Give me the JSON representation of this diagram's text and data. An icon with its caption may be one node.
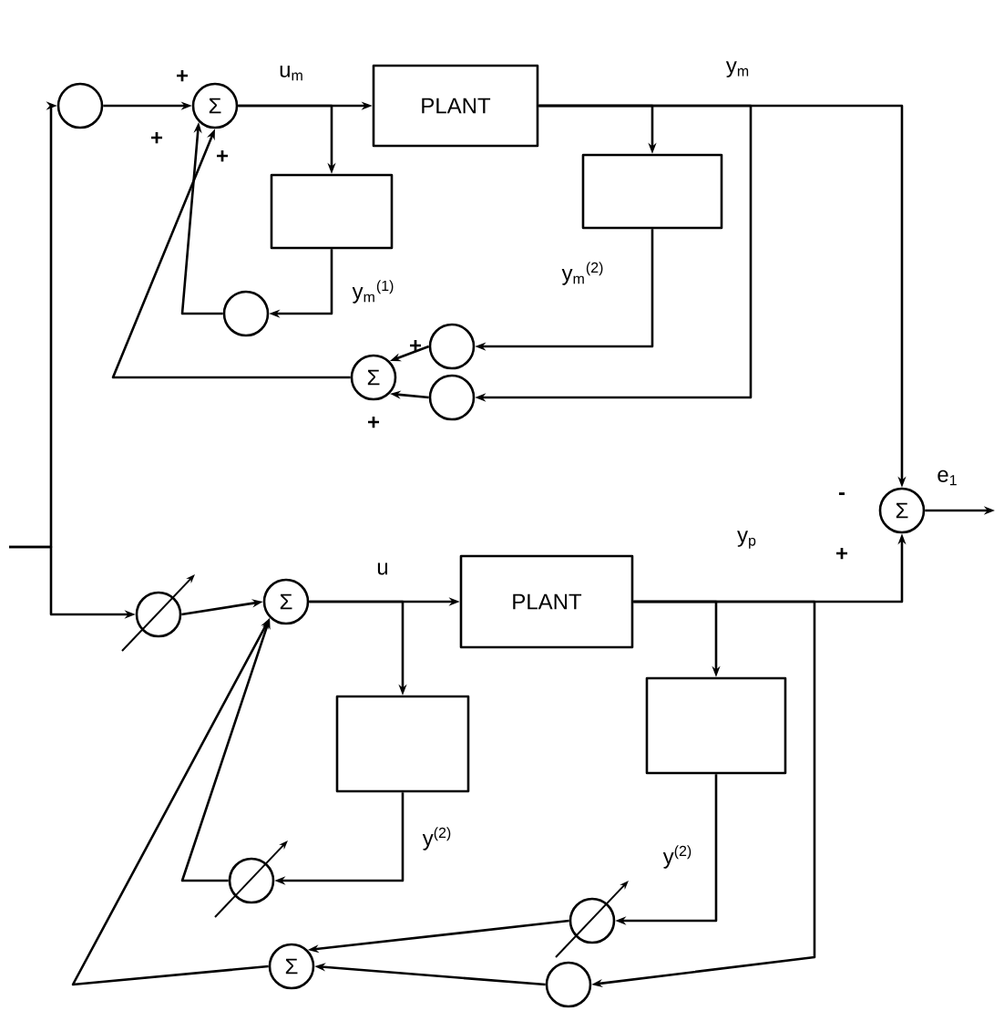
{
  "diagram": {
    "nodes": [
      {
        "text": [],
        "shape": "circle"
      },
      {
        "text": [
          "Σ"
        ]
      },
      {
        "text": [
          "PLANT"
        ]
      },
      {
        "text": [],
        "shape": "box"
      },
      {
        "text": [],
        "shape": "box"
      },
      {
        "text": [],
        "shape": "circle"
      },
      {
        "text": [],
        "shape": "circle"
      },
      {
        "text": [
          "Σ"
        ]
      },
      {
        "text": [],
        "shape": "circle"
      },
      {
        "text": [
          "Σ"
        ]
      },
      {
        "text": [],
        "shape": "circle"
      },
      {
        "text": [
          "Σ"
        ]
      },
      {
        "text": [
          "PLANT"
        ]
      },
      {
        "text": [],
        "shape": "box"
      },
      {
        "text": [],
        "shape": "box"
      },
      {
        "text": [],
        "shape": "circle"
      },
      {
        "text": [
          "Σ"
        ]
      },
      {
        "text": [],
        "shape": "circle"
      },
      {
        "text": [],
        "shape": "circle"
      }
    ],
    "edges": [
      {
        "from": null,
        "to": 0,
        "arrow": "to"
      },
      {
        "from": null,
        "to": 10,
        "arrow": "to"
      },
      {
        "from": 0,
        "to": 1,
        "arrow": "to"
      },
      {
        "from": 1,
        "to": 2,
        "arrow": "to",
        "label": "u$_{m}$"
      },
      {
        "from": 1,
        "to": 3,
        "arrow": "to"
      },
      {
        "from": 2,
        "to": 4,
        "arrow": "to"
      },
      {
        "from": 2,
        "to": 9,
        "arrow": "to",
        "label": "y$_{m}$"
      },
      {
        "from": 2,
        "to": 8,
        "arrow": "to"
      },
      {
        "from": 4,
        "to": 6,
        "arrow": "to",
        "label": "y$_{m}$$^{(2)}$"
      },
      {
        "from": 3,
        "to": 5,
        "arrow": "to",
        "label": "y$_{m}$$^{(1)}$"
      },
      {
        "from": 5,
        "to": 1,
        "arrow": "to"
      },
      {
        "from": 6,
        "to": 7,
        "arrow": "to"
      },
      {
        "from": 8,
        "to": 7,
        "arrow": "to"
      },
      {
        "from": 7,
        "to": 1,
        "arrow": "to"
      },
      {
        "from": 9,
        "to": null,
        "arrow": "to",
        "label": "e$_{1}$"
      },
      {
        "from": 10,
        "to": 11,
        "arrow": "to"
      },
      {
        "from": 11,
        "to": 12,
        "arrow": "to",
        "label": "u"
      },
      {
        "from": 11,
        "to": 13,
        "arrow": "to"
      },
      {
        "from": 12,
        "to": 14,
        "arrow": "to"
      },
      {
        "from": 12,
        "to": 9,
        "arrow": "to",
        "label": "y$_{p}$"
      },
      {
        "from": 12,
        "to": 18,
        "arrow": "to"
      },
      {
        "from": 13,
        "to": 15,
        "arrow": "to",
        "label": "y$^{(2)}$"
      },
      {
        "from": 14,
        "to": 17,
        "arrow": "to",
        "label": "y$^{(2)}$"
      },
      {
        "from": 15,
        "to": 11,
        "arrow": "to"
      },
      {
        "from": 17,
        "to": 16,
        "arrow": "to"
      },
      {
        "from": 18,
        "to": 16,
        "arrow": "to"
      },
      {
        "from": 16,
        "to": 11,
        "arrow": "to"
      }
    ],
    "labels": [
      "+",
      "+",
      "+",
      "+",
      "+",
      "-",
      "+"
    ]
  }
}
